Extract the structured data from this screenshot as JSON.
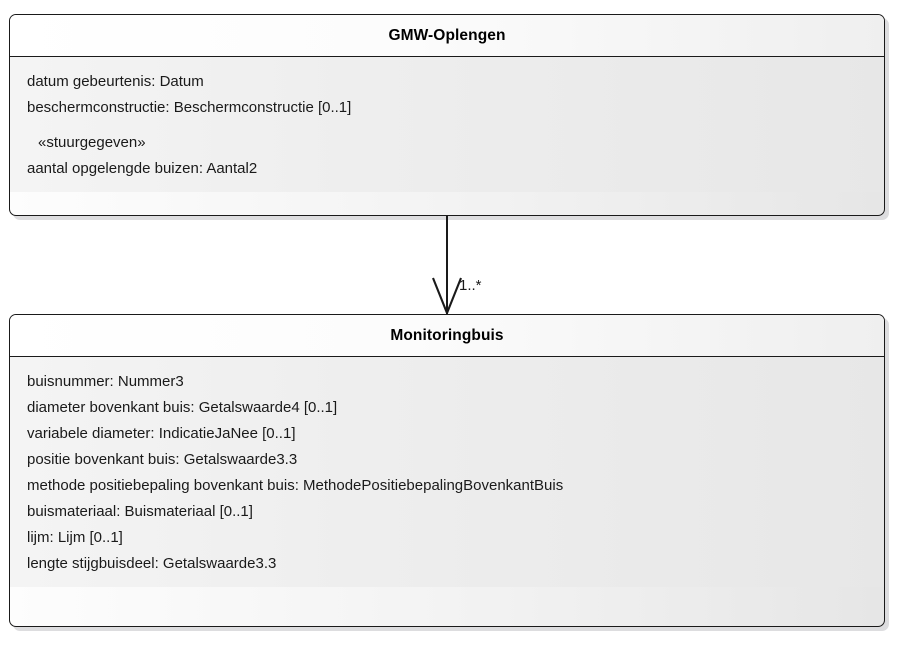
{
  "diagram": {
    "type": "uml-class-diagram",
    "classes": [
      {
        "id": "gmw-oplengen",
        "name": "GMW-Oplengen",
        "attributes": [
          {
            "text": "datum gebeurtenis: Datum",
            "stereotype": false
          },
          {
            "text": "beschermconstructie: Beschermconstructie [0..1]",
            "stereotype": false
          },
          {
            "text": "«stuurgegeven»",
            "stereotype": true
          },
          {
            "text": "aantal opgelengde buizen: Aantal2",
            "stereotype": false
          }
        ]
      },
      {
        "id": "monitoringbuis",
        "name": "Monitoringbuis",
        "attributes": [
          {
            "text": "buisnummer: Nummer3",
            "stereotype": false
          },
          {
            "text": "diameter bovenkant buis: Getalswaarde4 [0..1]",
            "stereotype": false
          },
          {
            "text": "variabele diameter: IndicatieJaNee [0..1]",
            "stereotype": false
          },
          {
            "text": "positie bovenkant buis: Getalswaarde3.3",
            "stereotype": false
          },
          {
            "text": "methode positiebepaling bovenkant buis: MethodePositiebepalingBovenkantBuis",
            "stereotype": false
          },
          {
            "text": "buismateriaal: Buismateriaal [0..1]",
            "stereotype": false
          },
          {
            "text": "lijm: Lijm [0..1]",
            "stereotype": false
          },
          {
            "text": "lengte stijgbuisdeel: Getalswaarde3.3",
            "stereotype": false
          }
        ]
      }
    ],
    "connector": {
      "from": "gmw-oplengen",
      "to": "monitoringbuis",
      "target_multiplicity": "1..*",
      "arrow_style": "open-arrow"
    },
    "colors": {
      "border": "#1a1a1a",
      "text": "#1a1a1a",
      "shadow": "#b4b4b9",
      "background": "#ffffff"
    }
  }
}
